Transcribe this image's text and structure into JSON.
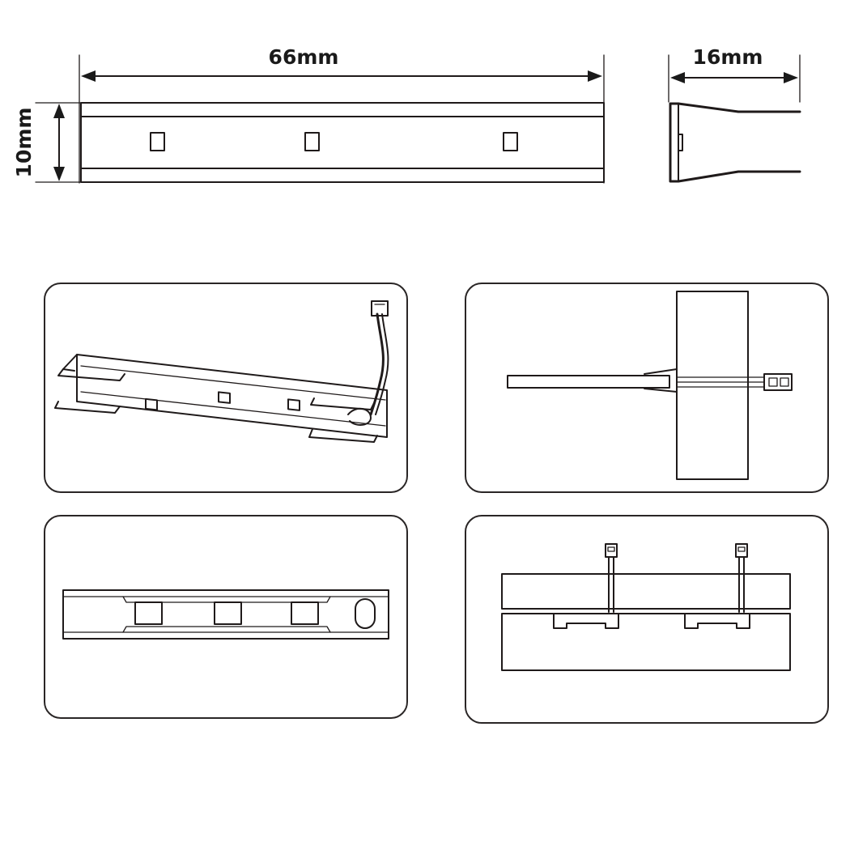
{
  "dimensions": {
    "length": "66mm",
    "width": "16mm",
    "height": "10mm"
  },
  "colors": {
    "line": "#1f1a1a",
    "background": "#ffffff",
    "panel_border": "#2a2626"
  }
}
